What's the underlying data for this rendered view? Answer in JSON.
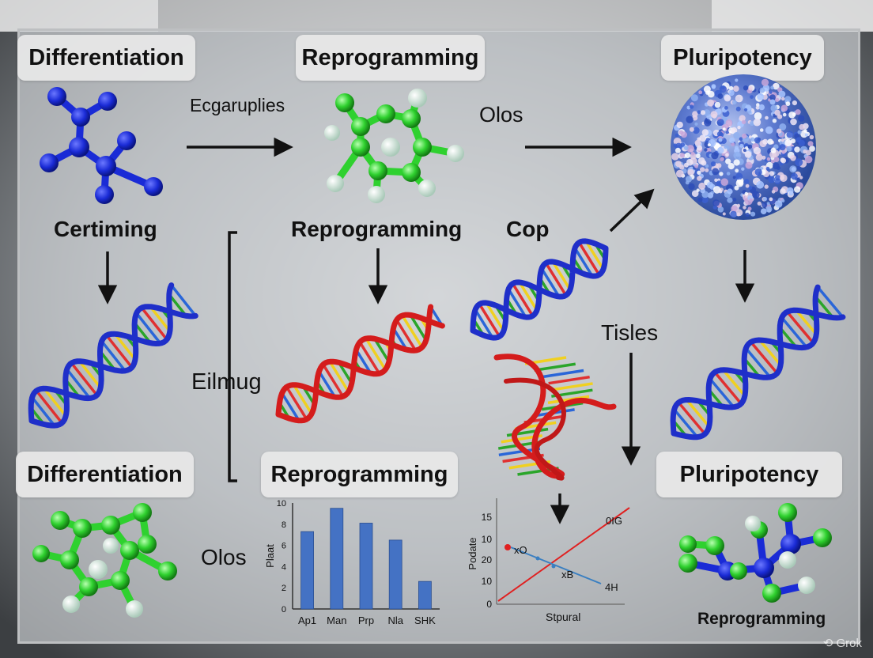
{
  "top_labels": {
    "differentiation": "Differentiation",
    "reprogramming": "Reprogramming",
    "pluripotency": "Pluripotency"
  },
  "bottom_labels": {
    "differentiation": "Differentiation",
    "reprogramming": "Reprogramming",
    "pluripotency": "Pluripotency"
  },
  "arrow_labels": {
    "ecgaruplies": "Ecgaruplies",
    "olos_top": "Olos",
    "certiming": "Certiming",
    "reprogramming_mid": "Reprogramming",
    "cop": "Cop",
    "tisles": "Tisles",
    "eilmug": "Eilmug",
    "olos_bottom": "Olos",
    "reprogramming_caption": "Reprogramming"
  },
  "watermark": "Grok",
  "colors": {
    "blue_atom": "#1a2bd6",
    "green_atom": "#2fd12f",
    "dna_blue": "#1f2fc9",
    "dna_red": "#d41c1c",
    "bar": "#4472c4",
    "red_line": "#e02020",
    "blue_line": "#3a7fc1"
  },
  "chart_data": [
    {
      "type": "bar",
      "categories": [
        "Ap1",
        "Man",
        "Prp",
        "Nla",
        "SHK"
      ],
      "values": [
        7.3,
        9.5,
        8.1,
        6.5,
        2.6
      ],
      "ylabel": "Plaat",
      "ylim": [
        0,
        10
      ],
      "yticks": [
        0,
        2,
        4,
        6,
        8,
        10
      ],
      "grid": false
    },
    {
      "type": "line",
      "xlabel": "Stpural",
      "ylabel": "Podate",
      "ytick_labels": [
        "15",
        "10",
        "20",
        "10",
        "0"
      ],
      "series": [
        {
          "name": "0IG",
          "color": "#e02020"
        },
        {
          "name": "",
          "color": "#3a7fc1"
        }
      ],
      "point_labels": [
        "xO",
        "xB",
        "4H"
      ]
    }
  ]
}
